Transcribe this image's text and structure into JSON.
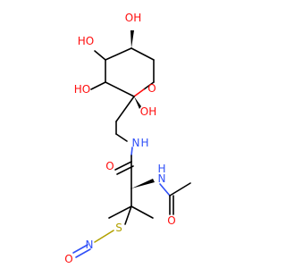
{
  "colors": {
    "background": "#ffffff",
    "carbon_bond": "#000000",
    "oxygen": "#ff0d0d",
    "nitrogen": "#3050f8",
    "sulfur": "#b2a100"
  },
  "atom_labels": {
    "oh_top": "OH",
    "ho_upper_left": "HO",
    "ho_mid_left": "HO",
    "oh_anomeric": "OH",
    "ring_o": "O",
    "amide_nh": "N",
    "amide_nh_h": "H",
    "carbonyl_o": "O",
    "acetamide_nh": "N",
    "acetamide_nh_h": "H",
    "acetyl_o": "O",
    "thio_s": "S",
    "nitroso_n": "N",
    "nitroso_o": "O"
  }
}
